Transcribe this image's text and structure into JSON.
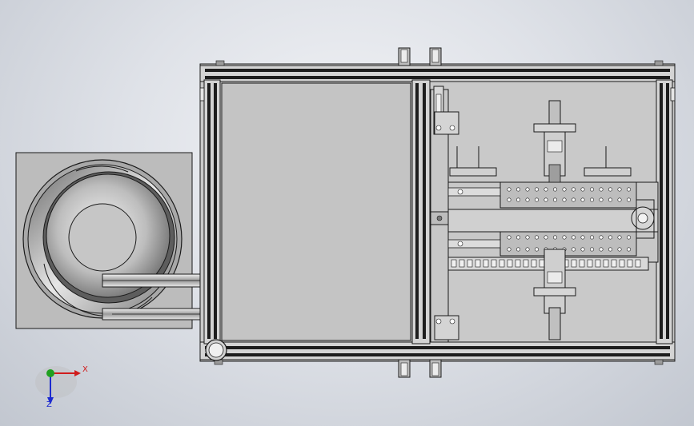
{
  "view": {
    "background_colors": [
      "#f2f3f6",
      "#dfe2e8",
      "#c2c7d0"
    ],
    "line_color": "#1a1a1a",
    "steel_light": "#d9d9d9",
    "steel_mid": "#b8b8b8",
    "steel_dark": "#7c7c7c"
  },
  "triad": {
    "x_label": "X",
    "z_label": "Z",
    "x_color": "#d01c1c",
    "z_color": "#1c2ad0",
    "y_color": "#1fa01f",
    "icon": "coordinate-triad-icon"
  },
  "model": {
    "components": [
      "vibratory-bowl-feeder",
      "linear-feed-track",
      "machine-frame",
      "cover-plate",
      "indexing-conveyor",
      "pick-and-place-units",
      "mounting-feet",
      "caster-wheel"
    ]
  }
}
